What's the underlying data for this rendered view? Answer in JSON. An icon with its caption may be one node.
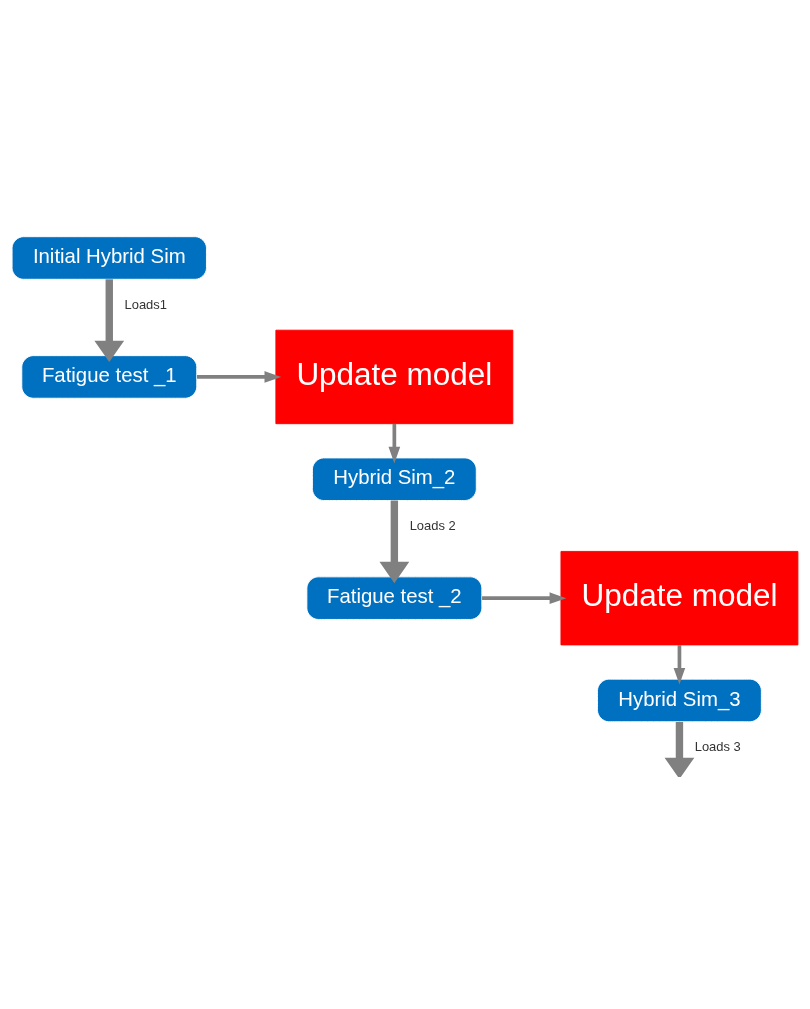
{
  "diagram": {
    "nodes": [
      {
        "text": [
          "Initial Hybrid Sim"
        ]
      },
      {
        "text": [
          "Fatigue test _1"
        ]
      },
      {
        "text": [
          "Update model"
        ]
      },
      {
        "text": [
          "Hybrid Sim_2"
        ]
      },
      {
        "text": [
          "Fatigue test _2"
        ]
      },
      {
        "text": [
          "Update model"
        ]
      },
      {
        "text": [
          "Hybrid Sim_3"
        ]
      }
    ],
    "edges": [
      {
        "from": 0,
        "to": 1,
        "arrow": "to",
        "label": "Loads1",
        "style": "thick"
      },
      {
        "from": 1,
        "to": 2,
        "arrow": "to"
      },
      {
        "from": 2,
        "to": 3,
        "arrow": "to"
      },
      {
        "from": 3,
        "to": 4,
        "arrow": "to",
        "label": "Loads 2",
        "style": "thick"
      },
      {
        "from": 4,
        "to": 5,
        "arrow": "to"
      },
      {
        "from": 5,
        "to": 6,
        "arrow": "to"
      },
      {
        "from": 6,
        "to": null,
        "arrow": "to",
        "label": "Loads 3",
        "style": "thick"
      }
    ]
  }
}
